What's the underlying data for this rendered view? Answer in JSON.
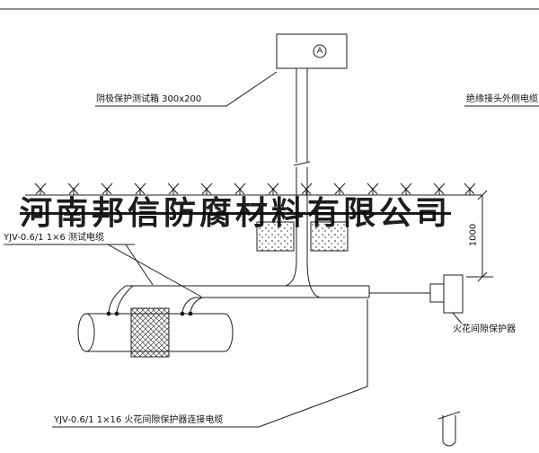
{
  "drawing": {
    "type": "cathodic-protection-test-station-detail",
    "colors": {
      "line": "#1d1d1d",
      "background": "#ffffff",
      "watermark": "#0a0a0a"
    }
  },
  "watermark": {
    "text": "河南邦信防腐材料有限公司"
  },
  "labels": {
    "test_box": "阴极保护测试箱 300x200",
    "insulated_joint_cable": "绝缘接头外侧电缆",
    "test_cable": "YJV-0.6/1 1×6  测试电缆",
    "spark_gap": "火花间隙保护器",
    "spark_gap_cable": "YJV-0.6/1 1×16  火花间隙保护器连接电缆",
    "dimension_1000": "1000",
    "meter": "A"
  }
}
